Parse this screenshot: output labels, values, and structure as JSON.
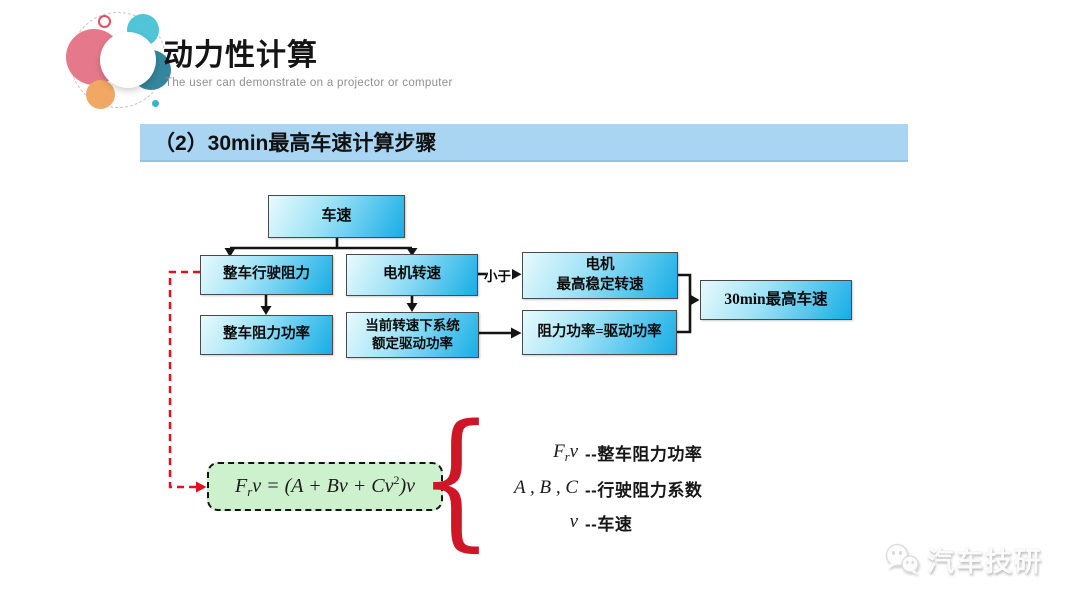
{
  "header": {
    "title": "动力性计算",
    "subtitle": "The user can demonstrate on a projector or computer"
  },
  "banner": {
    "text": "（2）30min最高车速计算步骤"
  },
  "flowchart": {
    "nodes": {
      "speed": "车速",
      "driving_resistance": "整车行驶阻力",
      "motor_speed": "电机转速",
      "resistance_power": "整车阻力功率",
      "rated_power_l1": "当前转速下系统",
      "rated_power_l2": "额定驱动功率",
      "motor_max_l1": "电机",
      "motor_max_l2": "最高稳定转速",
      "power_balance": "阻力功率=驱动功率",
      "result": "30min最高车速"
    },
    "less_than_label": "小于"
  },
  "formula": {
    "f": "F",
    "sub": "r",
    "mid": "v = (A + Bv + Cv",
    "sup": "2",
    "tail": ")v",
    "brace": "{"
  },
  "legend": {
    "rows": [
      {
        "pre": "F",
        "sub": "r",
        "post": "v",
        "desc": "--整车阻力功率"
      },
      {
        "pre": "A , B , C",
        "sub": "",
        "post": "",
        "desc": "--行驶阻力系数"
      },
      {
        "pre": "v",
        "sub": "",
        "post": "",
        "desc": "--车速"
      }
    ]
  },
  "watermark": {
    "text": "汽车技研"
  },
  "colors": {
    "banner_bg": "#a9d4f2",
    "box_gradient_start": "#e8fafd",
    "box_gradient_end": "#17ade6",
    "formula_bg": "#cdf0cd",
    "accent_red": "#e3101e",
    "connector_black": "#141414",
    "logo_pink": "#e5798b",
    "logo_teal": "#50c5d8",
    "logo_orange": "#f0a863"
  }
}
